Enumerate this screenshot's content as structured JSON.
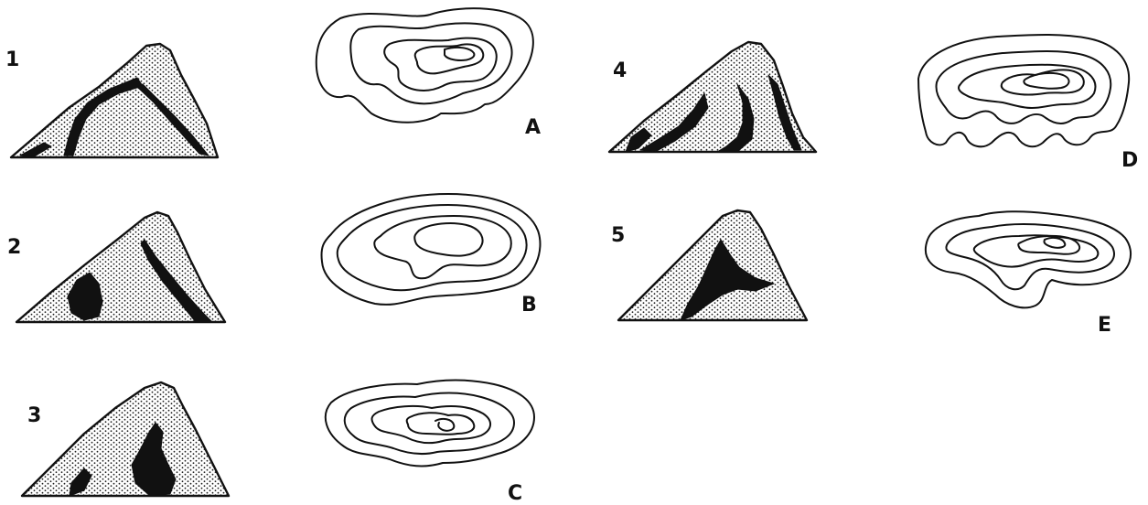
{
  "figure": {
    "mountain_labels": [
      "1",
      "2",
      "3",
      "4",
      "5"
    ],
    "contour_labels": [
      "A",
      "B",
      "C",
      "D",
      "E"
    ]
  }
}
